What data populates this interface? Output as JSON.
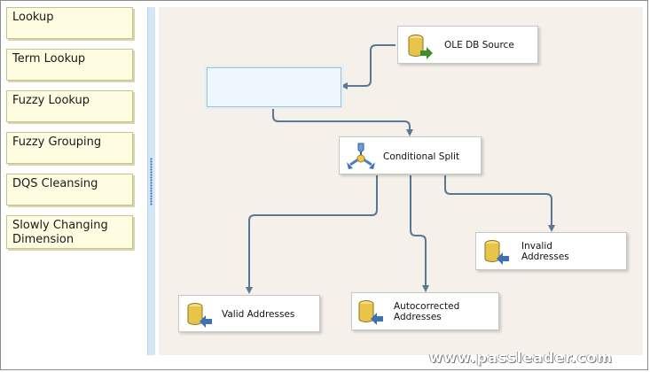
{
  "toolbox": {
    "items": [
      {
        "label": "Lookup"
      },
      {
        "label": "Term Lookup"
      },
      {
        "label": "Fuzzy Lookup"
      },
      {
        "label": "Fuzzy Grouping"
      },
      {
        "label": "DQS Cleansing"
      },
      {
        "label": "Slowly Changing Dimension"
      }
    ]
  },
  "canvas": {
    "nodes": {
      "ole_db_source": {
        "label": "OLE DB Source",
        "icon": "database-source-icon"
      },
      "conditional_split": {
        "label": "Conditional Split",
        "icon": "conditional-split-icon"
      },
      "valid_addresses": {
        "label": "Valid Addresses",
        "icon": "database-destination-icon"
      },
      "autocorrected_addresses": {
        "label": "Autocorrected Addresses",
        "icon": "database-destination-icon"
      },
      "invalid_addresses": {
        "label": "Invalid Addresses",
        "icon": "database-destination-icon"
      }
    },
    "empty_slot": {
      "state": "empty"
    }
  },
  "watermark": {
    "text": "www.passleader.com"
  },
  "colors": {
    "canvas": "#f5f1ea",
    "toolbox_item": "#fffde1",
    "splitter": "#d4e7f6",
    "connector": "#5a7796",
    "db_gold": "#e8c44a",
    "arrow_green": "#3d8f2b",
    "arrow_blue": "#3f6fb7"
  }
}
